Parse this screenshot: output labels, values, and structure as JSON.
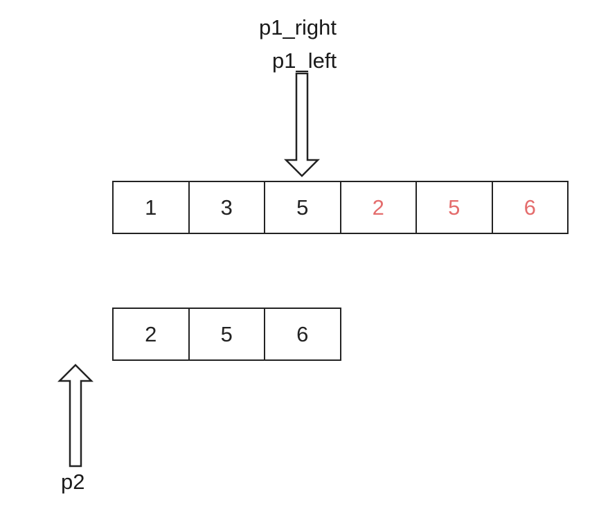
{
  "pointers": {
    "p1_right": "p1_right",
    "p1_left": "p1_left",
    "p2": "p2"
  },
  "array_one": {
    "cells": [
      {
        "value": "1",
        "highlight": false
      },
      {
        "value": "3",
        "highlight": false
      },
      {
        "value": "5",
        "highlight": false
      },
      {
        "value": "2",
        "highlight": true
      },
      {
        "value": "5",
        "highlight": true
      },
      {
        "value": "6",
        "highlight": true
      }
    ]
  },
  "array_two": {
    "cells": [
      {
        "value": "2",
        "highlight": false
      },
      {
        "value": "5",
        "highlight": false
      },
      {
        "value": "6",
        "highlight": false
      }
    ]
  },
  "colors": {
    "text": "#222222",
    "highlight": "#e46c6c",
    "stroke": "#222222"
  },
  "icons": {
    "p1_arrow": "arrow-down-icon",
    "p2_arrow": "arrow-up-icon"
  }
}
